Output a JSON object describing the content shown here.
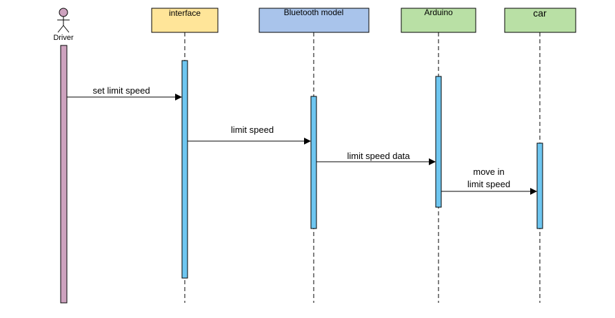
{
  "actor": {
    "label": "Driver"
  },
  "lifelines": [
    {
      "id": "interface",
      "label": "interface",
      "fill": "#ffe599",
      "stroke": "#000000"
    },
    {
      "id": "bluetooth",
      "label": "Bluetooth model",
      "fill": "#a9c4eb",
      "stroke": "#000000"
    },
    {
      "id": "arduino",
      "label": "Arduino",
      "fill": "#b9e0a5",
      "stroke": "#000000"
    },
    {
      "id": "car",
      "label": "car",
      "fill": "#b9e0a5",
      "stroke": "#000000"
    }
  ],
  "colors": {
    "driver_activation": "#cda2be",
    "activation": "#6ec6f0",
    "line": "#000000"
  },
  "messages": [
    {
      "from": "Driver",
      "to": "interface",
      "label": [
        "set limit speed"
      ]
    },
    {
      "from": "interface",
      "to": "Bluetooth model",
      "label": [
        "limit speed"
      ]
    },
    {
      "from": "Bluetooth model",
      "to": "Arduino",
      "label": [
        "limit speed data"
      ]
    },
    {
      "from": "Arduino",
      "to": "car",
      "label": [
        "move in",
        "limit speed"
      ]
    }
  ]
}
